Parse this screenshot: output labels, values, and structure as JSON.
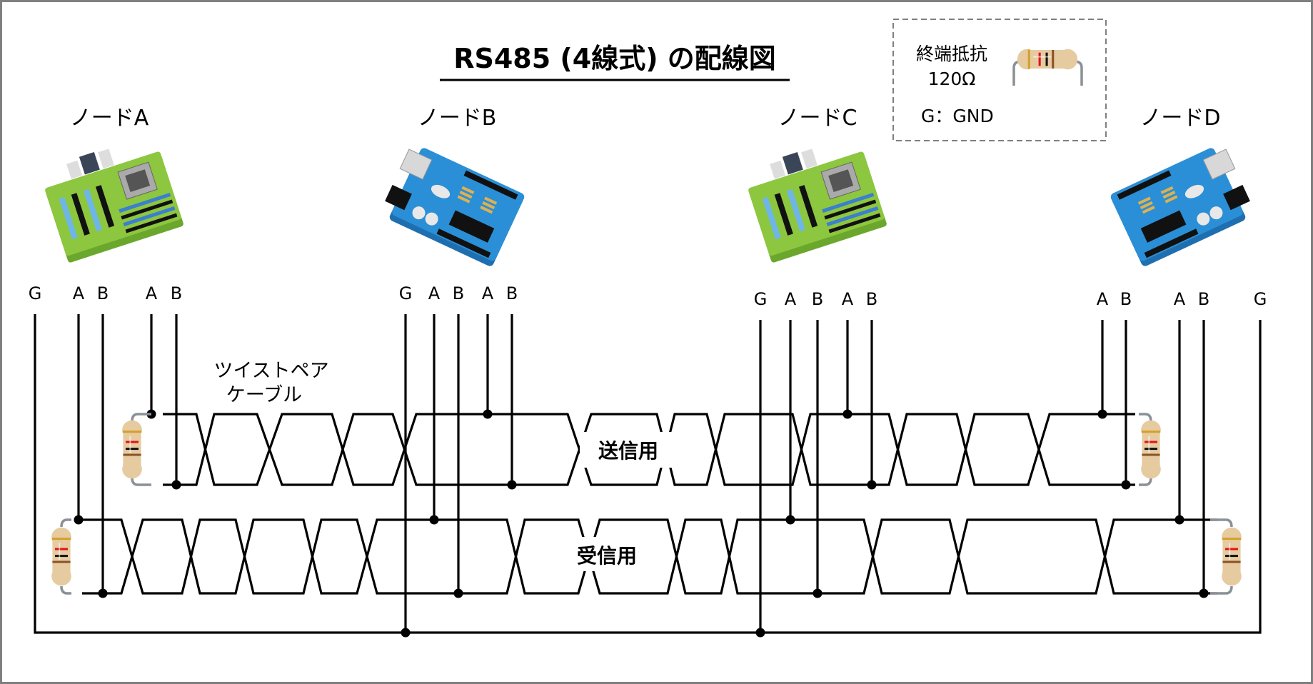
{
  "title": "RS485 (4線式) の配線図",
  "legend": {
    "resistor_label_line1": "終端抵抗",
    "resistor_label_line2": "120Ω",
    "ground_label": "G：GND",
    "resistor_bands": [
      "#d4a02a",
      "#e3121b",
      "#111111",
      "#8a5228"
    ]
  },
  "cable_label_line1": "ツイストペア",
  "cable_label_line2": "ケーブル",
  "pairs": {
    "transmit": {
      "label": "送信用"
    },
    "receive": {
      "label": "受信用"
    }
  },
  "nodes": [
    {
      "id": "A",
      "label": "ノードA",
      "board": "motherboard",
      "pins": [
        "G",
        "A",
        "B",
        "A",
        "B"
      ]
    },
    {
      "id": "B",
      "label": "ノードB",
      "board": "microcontroller",
      "pins": [
        "G",
        "A",
        "B",
        "A",
        "B"
      ]
    },
    {
      "id": "C",
      "label": "ノードC",
      "board": "motherboard",
      "pins": [
        "G",
        "A",
        "B",
        "A",
        "B"
      ]
    },
    {
      "id": "D",
      "label": "ノードD",
      "board": "microcontroller",
      "pins": [
        "A",
        "B",
        "A",
        "B",
        "G"
      ]
    }
  ],
  "colors": {
    "wire": "#000000",
    "frame": "#7f7f7f",
    "legend_border": "#7f7f7f",
    "resistor_body": "#e6cba0",
    "resistor_lead": "#8a9097",
    "motherboard_pcb": "#8dc63f",
    "microcontroller_pcb": "#2a8fd6"
  }
}
